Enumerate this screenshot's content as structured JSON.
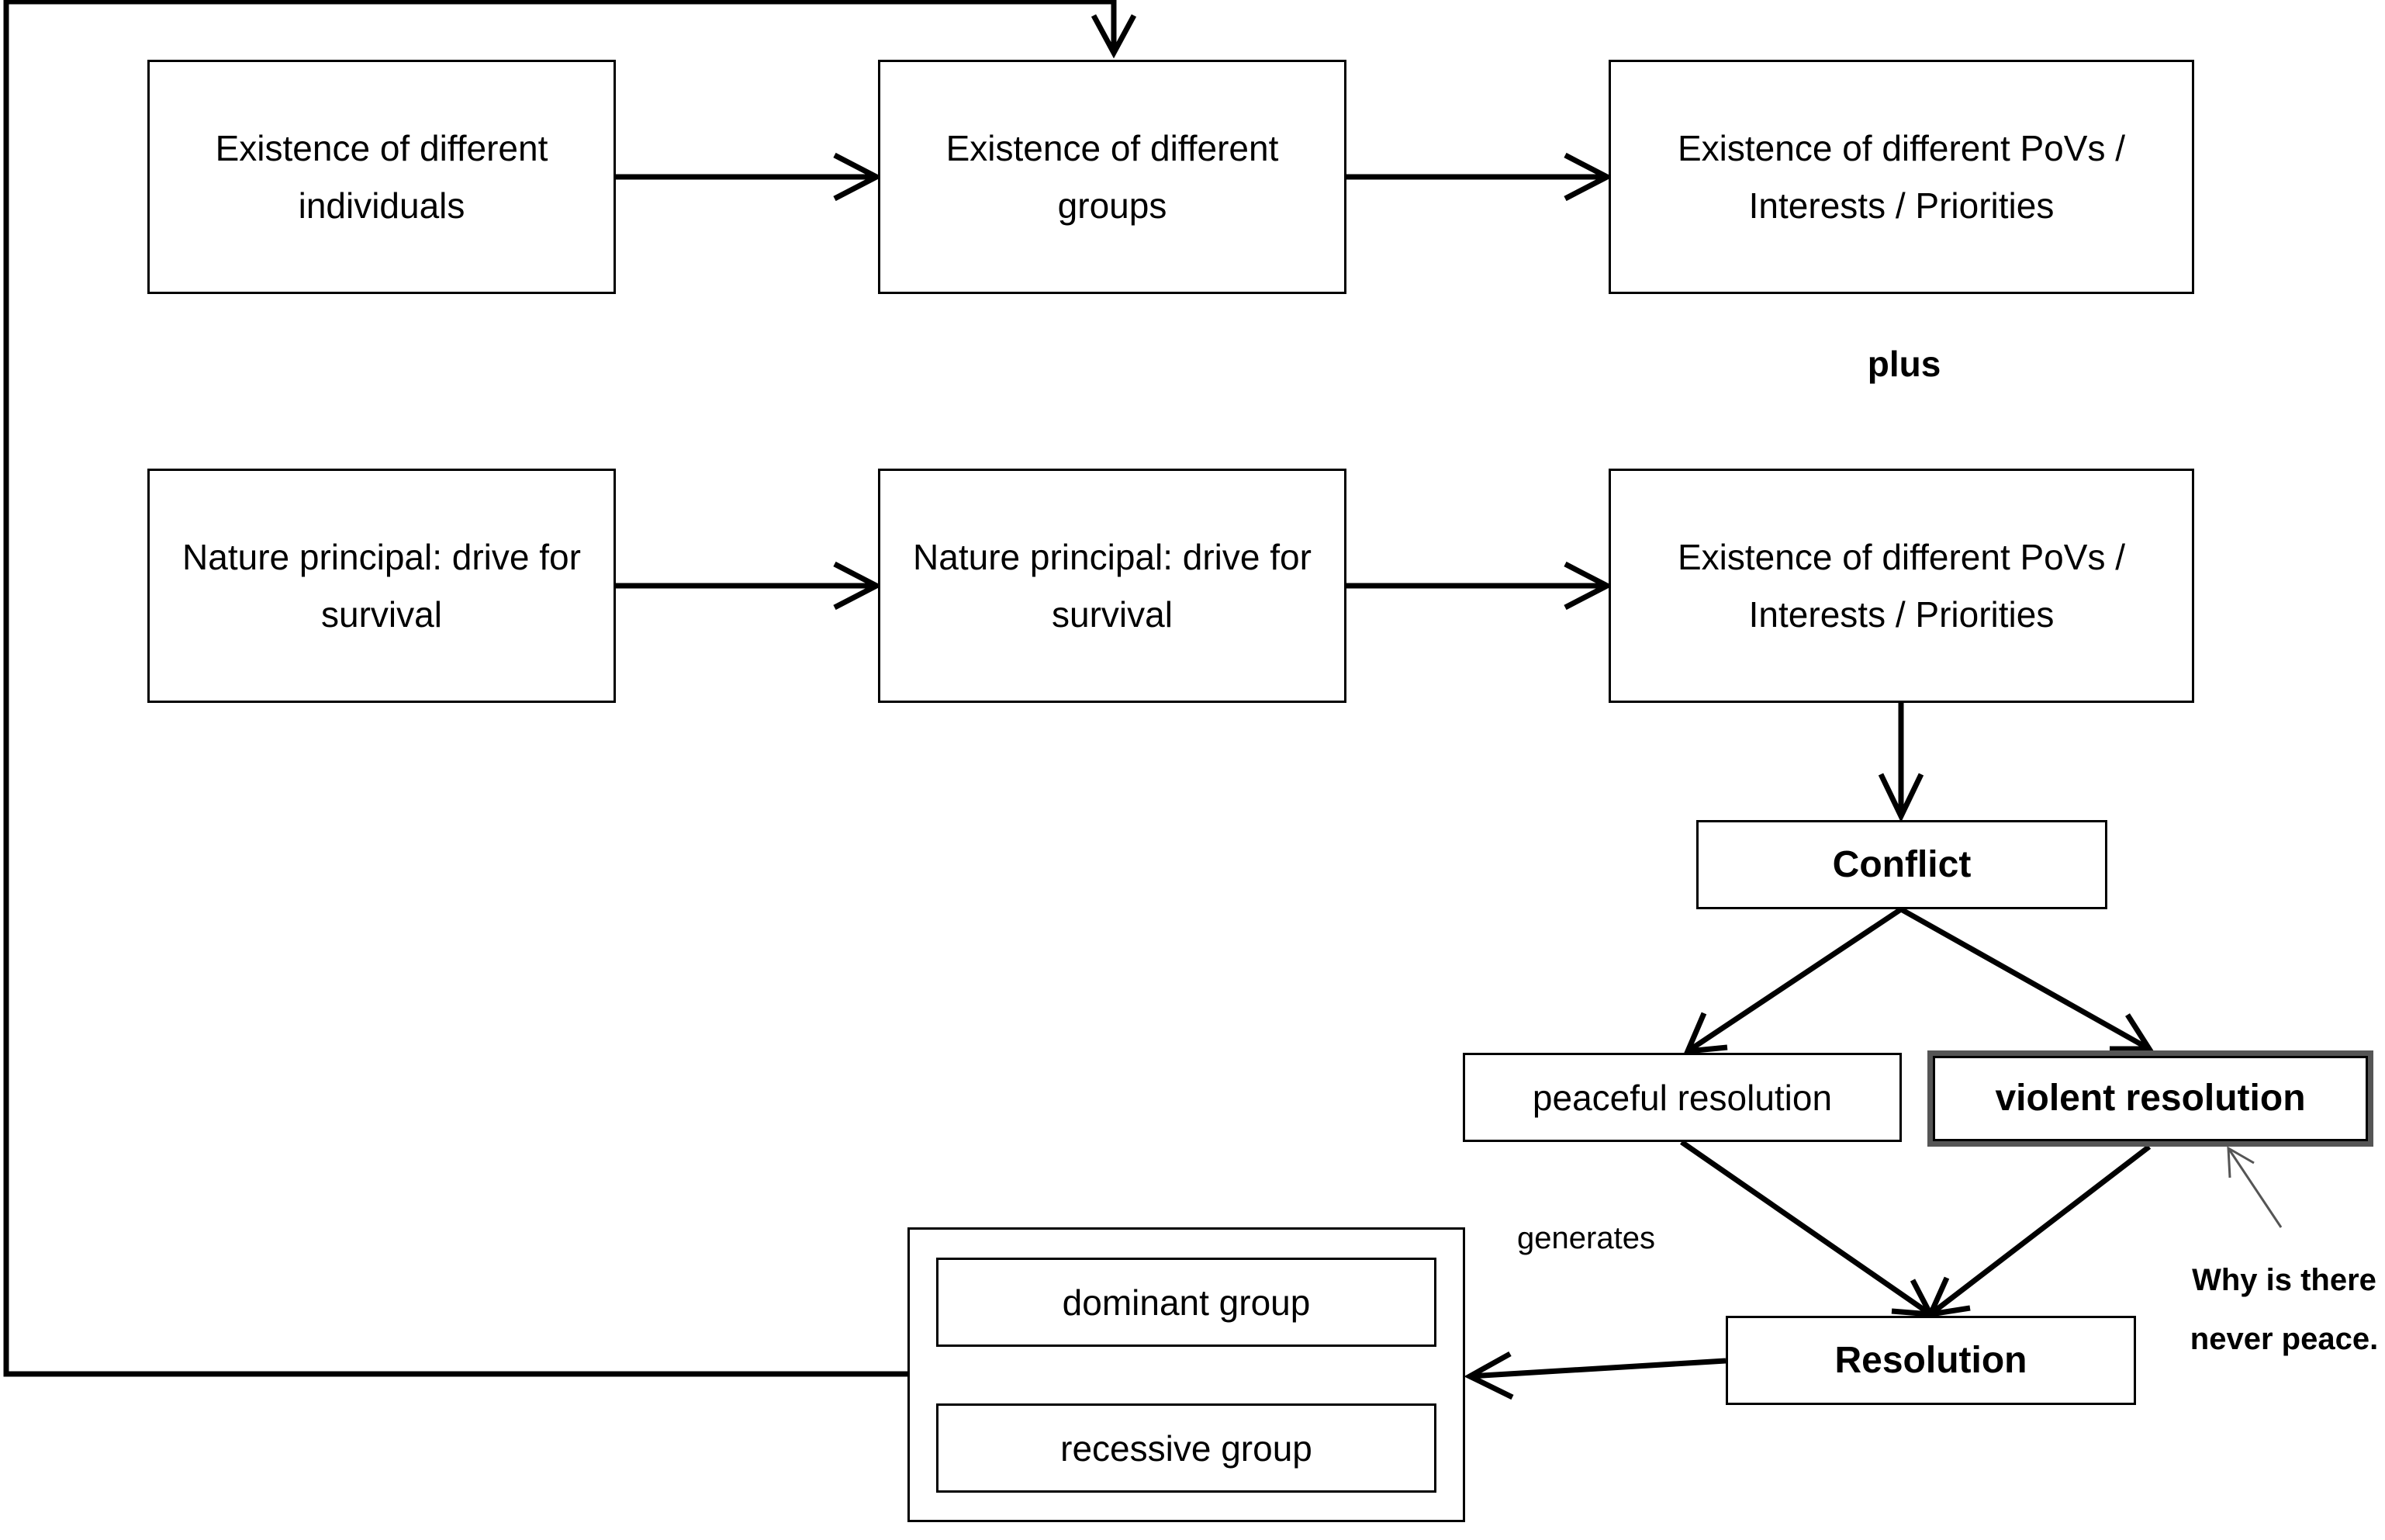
{
  "nodes": {
    "individuals": "Existence of different individuals",
    "groups": "Existence of different groups",
    "povs_top": "Existence of different PoVs / Interests / Priorities",
    "nature_1": "Nature principal: drive for survival",
    "nature_2": "Nature principal: drive for survival",
    "povs_bottom": "Existence of different PoVs / Interests / Priorities",
    "conflict": "Conflict",
    "peaceful": "peaceful resolution",
    "violent": "violent resolution",
    "resolution": "Resolution",
    "dominant": "dominant group",
    "recessive": "recessive group"
  },
  "labels": {
    "plus": "plus",
    "generates": "generates",
    "note_line1": "Why is there",
    "note_line2": "never peace."
  },
  "colors": {
    "line": "#000000",
    "highlight_border": "#555555"
  }
}
